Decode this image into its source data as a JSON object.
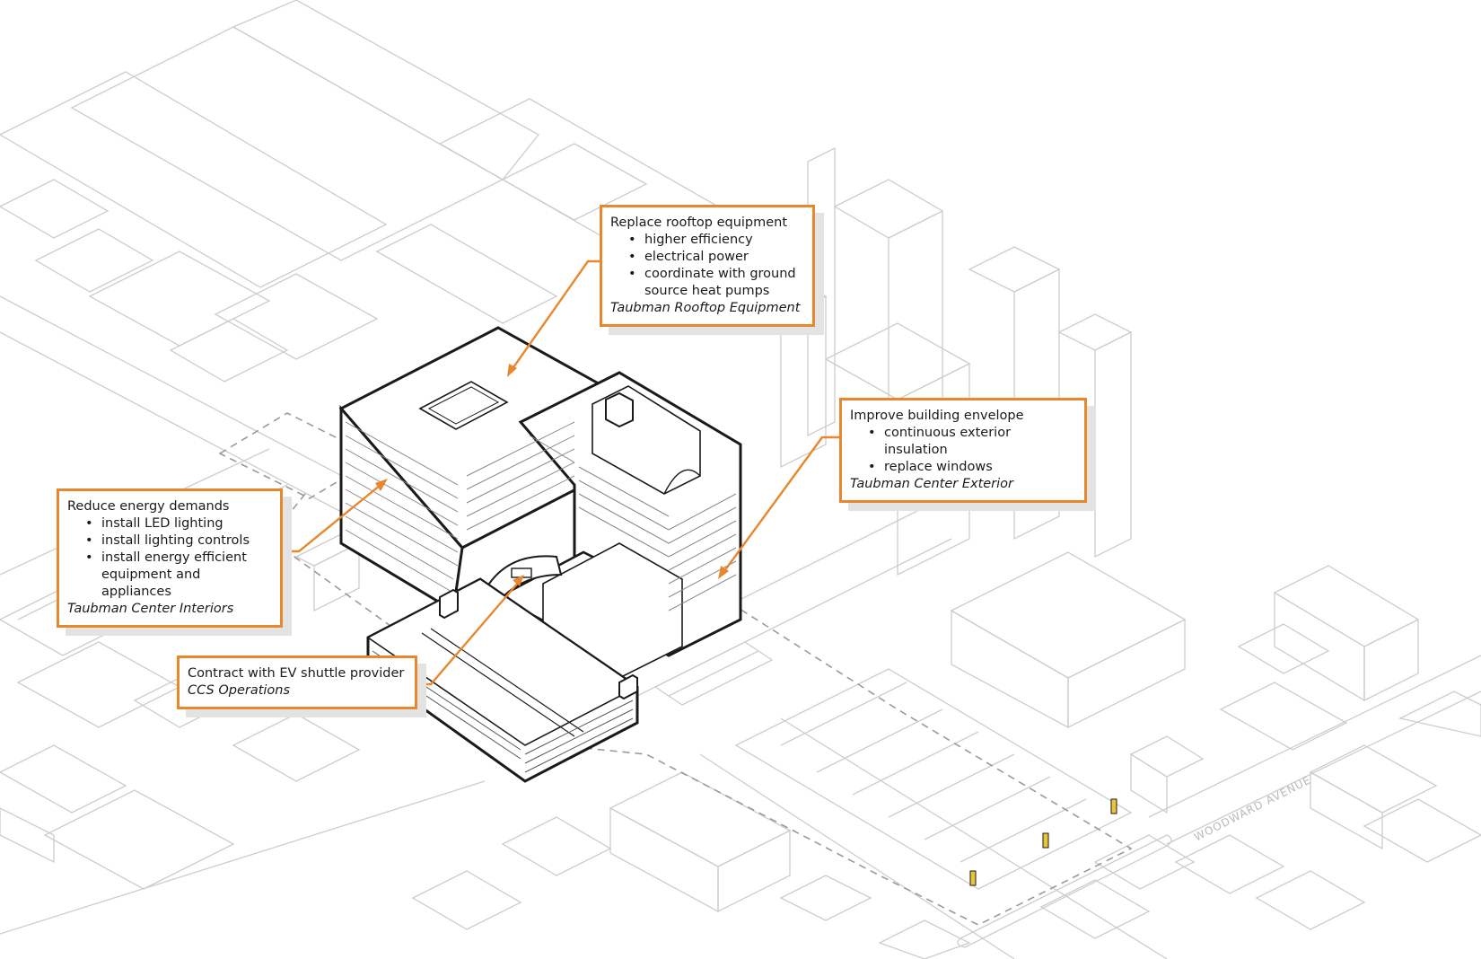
{
  "colors": {
    "accent": "#e8872e",
    "line_light": "#c8c8c8",
    "line_dark": "#1a1a1a",
    "shadow": "#e3e3e3"
  },
  "callouts": {
    "rooftop": {
      "title": "Replace rooftop equipment",
      "items": [
        "higher efficiency",
        "electrical power",
        "coordinate with ground source heat pumps"
      ],
      "owner": "Taubman Rooftop Equipment"
    },
    "envelope": {
      "title": "Improve building envelope",
      "items": [
        "continuous exterior insulation",
        "replace windows"
      ],
      "owner": "Taubman Center Exterior"
    },
    "energy": {
      "title": "Reduce energy demands",
      "items": [
        "install LED lighting",
        "install lighting controls",
        "install energy efficient equipment and appliances"
      ],
      "owner": "Taubman Center Interiors"
    },
    "shuttle": {
      "title": "Contract with EV shuttle provider",
      "owner": "CCS Operations"
    }
  },
  "street_label": "WOODWARD AVENUE"
}
